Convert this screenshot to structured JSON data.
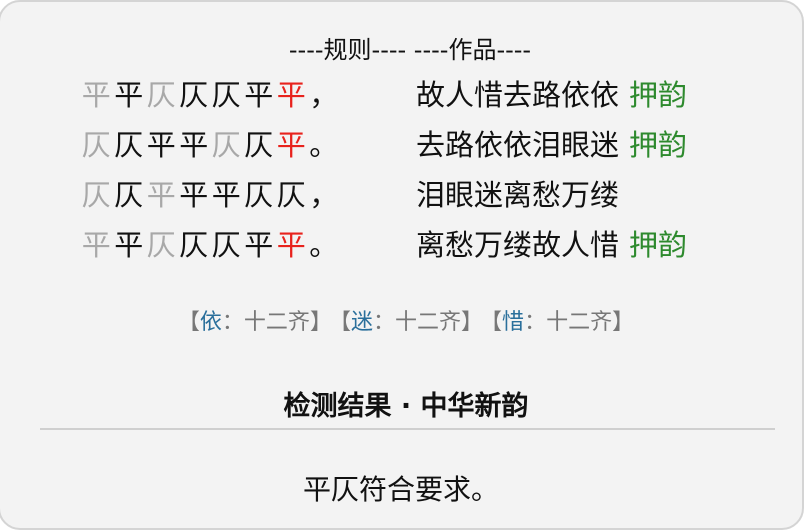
{
  "title": "----规则---- ----作品----",
  "rows": [
    {
      "rule": [
        [
          "平",
          "gray"
        ],
        [
          "平",
          "black"
        ],
        [
          "仄",
          "gray"
        ],
        [
          "仄",
          "black"
        ],
        [
          "仄",
          "black"
        ],
        [
          "平",
          "black"
        ],
        [
          "平",
          "red"
        ],
        [
          "，",
          "black"
        ]
      ],
      "work": "故人惜去路依依",
      "rhyme": "押韵"
    },
    {
      "rule": [
        [
          "仄",
          "gray"
        ],
        [
          "仄",
          "black"
        ],
        [
          "平",
          "black"
        ],
        [
          "平",
          "black"
        ],
        [
          "仄",
          "gray"
        ],
        [
          "仄",
          "black"
        ],
        [
          "平",
          "red"
        ],
        [
          "。",
          "black"
        ]
      ],
      "work": "去路依依泪眼迷",
      "rhyme": "押韵"
    },
    {
      "rule": [
        [
          "仄",
          "gray"
        ],
        [
          "仄",
          "black"
        ],
        [
          "平",
          "gray"
        ],
        [
          "平",
          "black"
        ],
        [
          "平",
          "black"
        ],
        [
          "仄",
          "black"
        ],
        [
          "仄",
          "black"
        ],
        [
          "，",
          "black"
        ]
      ],
      "work": "泪眼迷离愁万缕",
      "rhyme": ""
    },
    {
      "rule": [
        [
          "平",
          "gray"
        ],
        [
          "平",
          "black"
        ],
        [
          "仄",
          "gray"
        ],
        [
          "仄",
          "black"
        ],
        [
          "仄",
          "black"
        ],
        [
          "平",
          "black"
        ],
        [
          "平",
          "red"
        ],
        [
          "。",
          "black"
        ]
      ],
      "work": "离愁万缕故人惜",
      "rhyme": "押韵"
    }
  ],
  "notes": [
    {
      "char": "依",
      "rhyme": "十二齐"
    },
    {
      "char": "迷",
      "rhyme": "十二齐"
    },
    {
      "char": "惜",
      "rhyme": "十二齐"
    }
  ],
  "heading": "检测结果 · 中华新韵",
  "result": "平仄符合要求。",
  "colors": {
    "gray": "#a8a8a8",
    "black": "#111111",
    "red": "#e8221c",
    "green": "#2e8a2e",
    "blue": "#2a6f9b"
  }
}
